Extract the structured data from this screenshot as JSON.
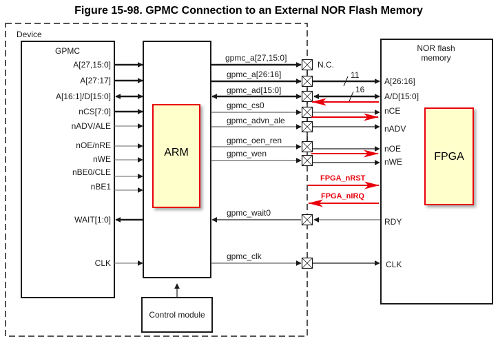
{
  "title": "Figure 15-98. GPMC Connection to an External NOR Flash Memory",
  "device": {
    "label": "Device",
    "gpmc": {
      "label": "GPMC",
      "pins": [
        "A[27,15:0]",
        "A[27:17]",
        "A[16:1]/D[15:0]",
        "nCS[7:0]",
        "nADV/ALE",
        "nOE/nRE",
        "nWE",
        "nBE0/CLE",
        "nBE1",
        "WAIT[1:0]",
        "CLK"
      ]
    },
    "arm": {
      "label": "ARM",
      "fill": "#ffffcc",
      "border": "#e8000b"
    },
    "control_module": {
      "label": "Control module"
    }
  },
  "signals": [
    "gpmc_a[27,15:0]",
    "gpmc_a[26:16]",
    "gpmc_ad[15:0]",
    "gpmc_cs0",
    "gpmc_advn_ale",
    "gpmc_oen_ren",
    "gpmc_wen",
    "gpmc_wait0",
    "gpmc_clk"
  ],
  "nc_label": "N.C.",
  "bus_widths": {
    "address": "11",
    "data": "16"
  },
  "nor": {
    "label_line1": "NOR flash",
    "label_line2": "memory",
    "pins": [
      "A[26:16]",
      "A/D[15:0]",
      "nCE",
      "nADV",
      "nOE",
      "nWE",
      "RDY",
      "CLK"
    ]
  },
  "fpga": {
    "label": "FPGA",
    "fill": "#ffffcc",
    "border": "#e8000b",
    "signals": [
      "FPGA_nRST",
      "FPGA_nIRQ"
    ]
  },
  "colors": {
    "accent_red": "#e8000b",
    "line": "#1a1a1a",
    "thin_line": "#666666"
  }
}
